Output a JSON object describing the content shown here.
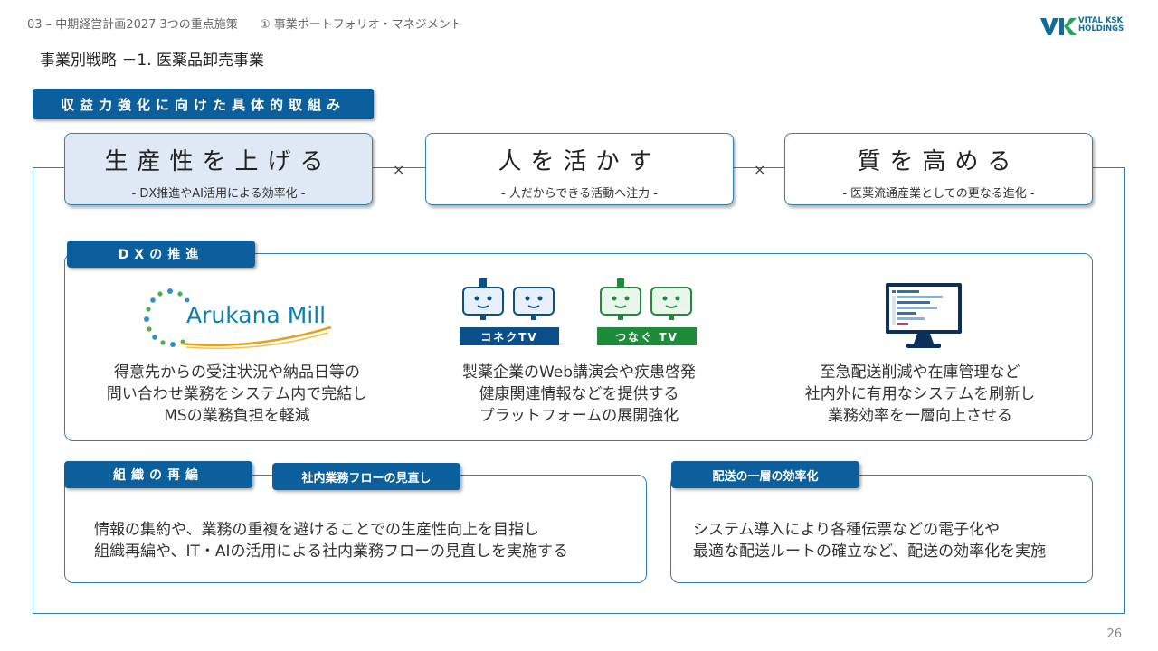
{
  "header": {
    "breadcrumb_section": "03 – 中期経営計画2027 3つの重点施策",
    "breadcrumb_item": "① 事業ポートフォリオ・マネジメント",
    "title": "事業別戦略 －1. 医薬品卸売事業"
  },
  "logo": {
    "line1": "VITAL KSK",
    "line2": "HOLDINGS",
    "brand_color": "#0a6f9d"
  },
  "section_label": "収益力強化に向けた具体的取組み",
  "pillars": [
    {
      "title": "生産性を上げる",
      "subtitle": "- DX推進やAI活用による効率化 -"
    },
    {
      "title": "人を活かす",
      "subtitle": "- 人だからできる活動へ注力 -"
    },
    {
      "title": "質を高める",
      "subtitle": "- 医薬流通産業としての更なる進化 -"
    }
  ],
  "times_symbol": "×",
  "dx": {
    "tab": "DXの推進",
    "items": [
      {
        "logo_text": "Arukana Mill",
        "lines": [
          "得意先からの受注状況や納品日等の",
          "問い合わせ業務をシステム内で完結し",
          "MSの業務負担を軽減"
        ]
      },
      {
        "tv_labels": [
          "コネクTV",
          "つなぐ TV"
        ],
        "lines": [
          "製薬企業のWeb講演会や疾患啓発",
          "健康関連情報などを提供する",
          "プラットフォームの展開強化"
        ]
      },
      {
        "icon": "monitor-icon",
        "lines": [
          "至急配送削減や在庫管理など",
          "社内外に有用なシステムを刷新し",
          "業務効率を一層向上させる"
        ]
      }
    ]
  },
  "org": {
    "tab": "組織の再編",
    "subtab": "社内業務フローの見直し",
    "lines": [
      "情報の集約や、業務の重複を避けることでの生産性向上を目指し",
      "組織再編や、IT・AIの活用による社内業務フローの見直しを実施する"
    ]
  },
  "delivery": {
    "tab": "配送の一層の効率化",
    "lines": [
      "システム導入により各種伝票などの電子化や",
      "最適な配送ルートの確立など、配送の効率化を実施"
    ]
  },
  "page_number": "26",
  "colors": {
    "primary": "#0b5f9c",
    "border": "#2f7fb8",
    "active_fill": "#dfe9f5",
    "tv_blue": "#0b4f8a",
    "tv_green": "#1e8b3a"
  }
}
